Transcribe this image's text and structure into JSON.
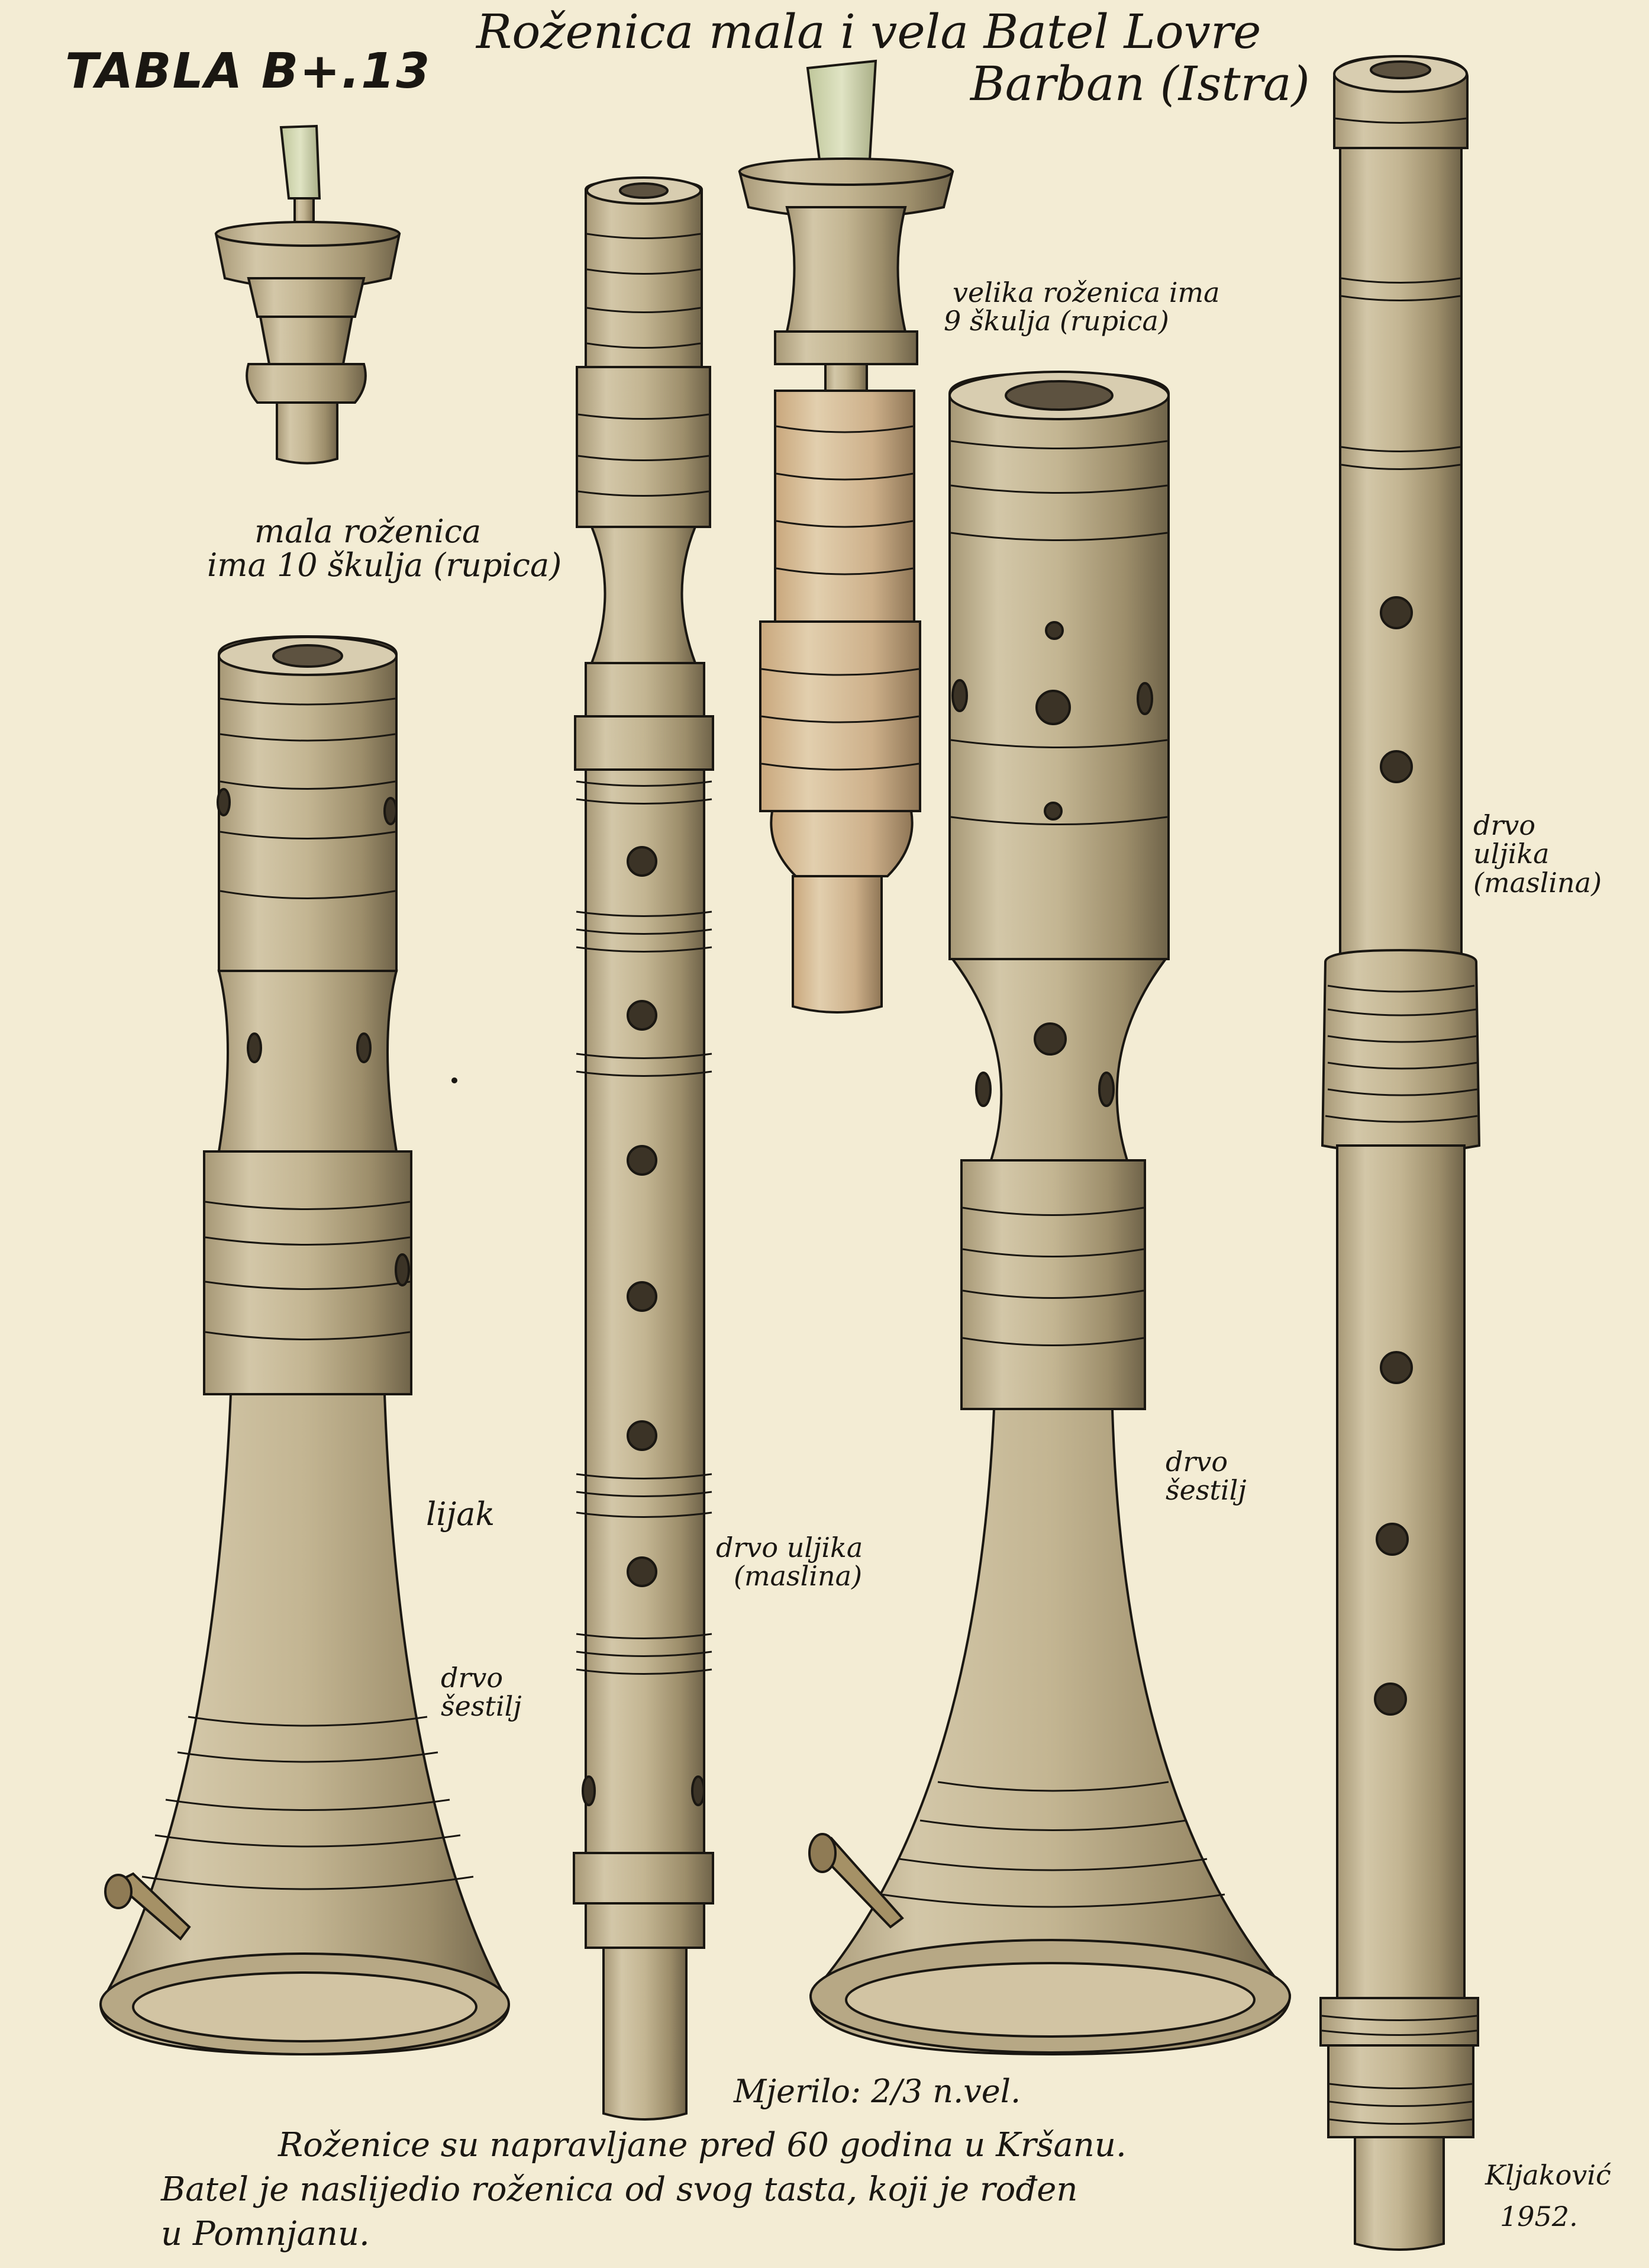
{
  "plate": {
    "code": "TABLA B+.13",
    "title": "Roženica mala i vela Batel Lovre",
    "place": "Barban (Istra)"
  },
  "labels": {
    "small_line1": "mala roženica",
    "small_line2": "ima 10 škulja (rupica)",
    "large_line1": "velika roženica ima",
    "large_line2": "9 škulja (rupica)",
    "lijak": "lijak",
    "wood_sestilj_1a": "drvo",
    "wood_sestilj_1b": "šestilj",
    "wood_sestilj_2a": "drvo",
    "wood_sestilj_2b": "šestilj",
    "wood_ulika_1a": "drvo uljika",
    "wood_ulika_1b": "(maslina)",
    "wood_ulika_2a": "drvo",
    "wood_ulika_2b": "uljika",
    "wood_ulika_2c": "(maslina)",
    "scale": "Mjerilo: 2/3 n.vel.",
    "note1": "Roženice su napravljane pred 60 godina u Kršanu.",
    "note2": "Batel je naslijedio roženica od svog tasta, koji je rođen",
    "note3": "u Pomnjanu.",
    "signature": "Kljaković",
    "year": "1952."
  },
  "colors": {
    "paper": "#f3ecd4",
    "wood": "#cdbf9e",
    "wood_dark": "#8a7d62",
    "ink": "#1a1712",
    "reed": "#c9cfa6"
  }
}
